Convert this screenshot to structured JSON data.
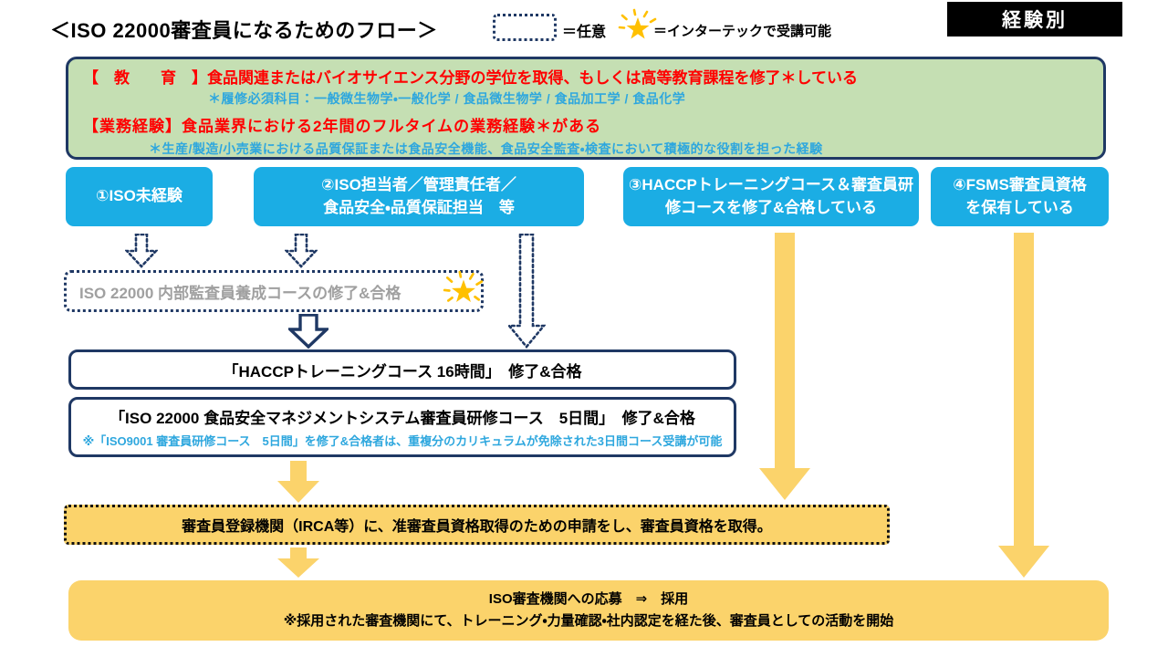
{
  "colors": {
    "navy": "#1F3864",
    "blue_box": "#1BADE4",
    "green_fill": "#C5DFB3",
    "red_text": "#FF0000",
    "cyan_text": "#2EA7DE",
    "yellow_fill": "#FBD36B",
    "star_gold": "#FFC000",
    "gray_text": "#A0A0A0",
    "tag_bg": "#000000"
  },
  "header": {
    "title": "＜ISO 22000審査員になるためのフロー＞",
    "legend": {
      "optional_label": "＝任意",
      "star_label": "＝インターテックで受講可能",
      "optional_icon": "dashed-box-swatch",
      "star_icon": "sparkle-star-icon"
    },
    "tag": "経験別"
  },
  "requirements": {
    "education": {
      "label": "【　教　　育　】",
      "text": "食品関連またはバイオサイエンス分野の学位を取得、もしくは高等教育課程を修了＊している",
      "note": "＊履修必須科目：一般微生物学・一般化学 / 食品微生物学 / 食品加工学 / 食品化学"
    },
    "work": {
      "label": "【業務経験】",
      "text": "食品業界における2年間のフルタイムの業務経験＊がある",
      "note": "＊生産/製造/小売業における品質保証または食品安全機能、食品安全監査・検査において積極的な役割を担った経験"
    }
  },
  "experience": {
    "box1": {
      "line1": "①ISO未経験",
      "line2": ""
    },
    "box2": {
      "line1": "②ISO担当者／管理責任者／",
      "line2": "食品安全・品質保証担当　等"
    },
    "box3": {
      "line1": "③HACCPトレーニングコース＆審査員研",
      "line2": "修コースを修了&合格している"
    },
    "box4": {
      "line1": "④FSMS審査員資格",
      "line2": "を保有している"
    }
  },
  "flow": {
    "internal_audit_course": "ISO 22000 内部監査員養成コースの修了&合格",
    "haccp_course": "「HACCPトレーニングコース 16時間」　修了&合格",
    "auditor_course": {
      "title": "「ISO 22000 食品安全マネジメントシステム審査員研修コース　5日間」　修了&合格",
      "note": "※「ISO9001 審査員研修コース　5日間」を修了&合格者は、重複分のカリキュラムが免除された3日間コース受講が可能"
    },
    "registration": "審査員登録機関（IRCA等）に、准審査員資格取得のための申請をし、審査員資格を取得。",
    "application": {
      "line1": "ISO審査機関への応募　⇒　採用",
      "line2": "※採用された審査機関にて、トレーニング・力量確認・社内認定を経た後、審査員としての活動を開始"
    }
  }
}
